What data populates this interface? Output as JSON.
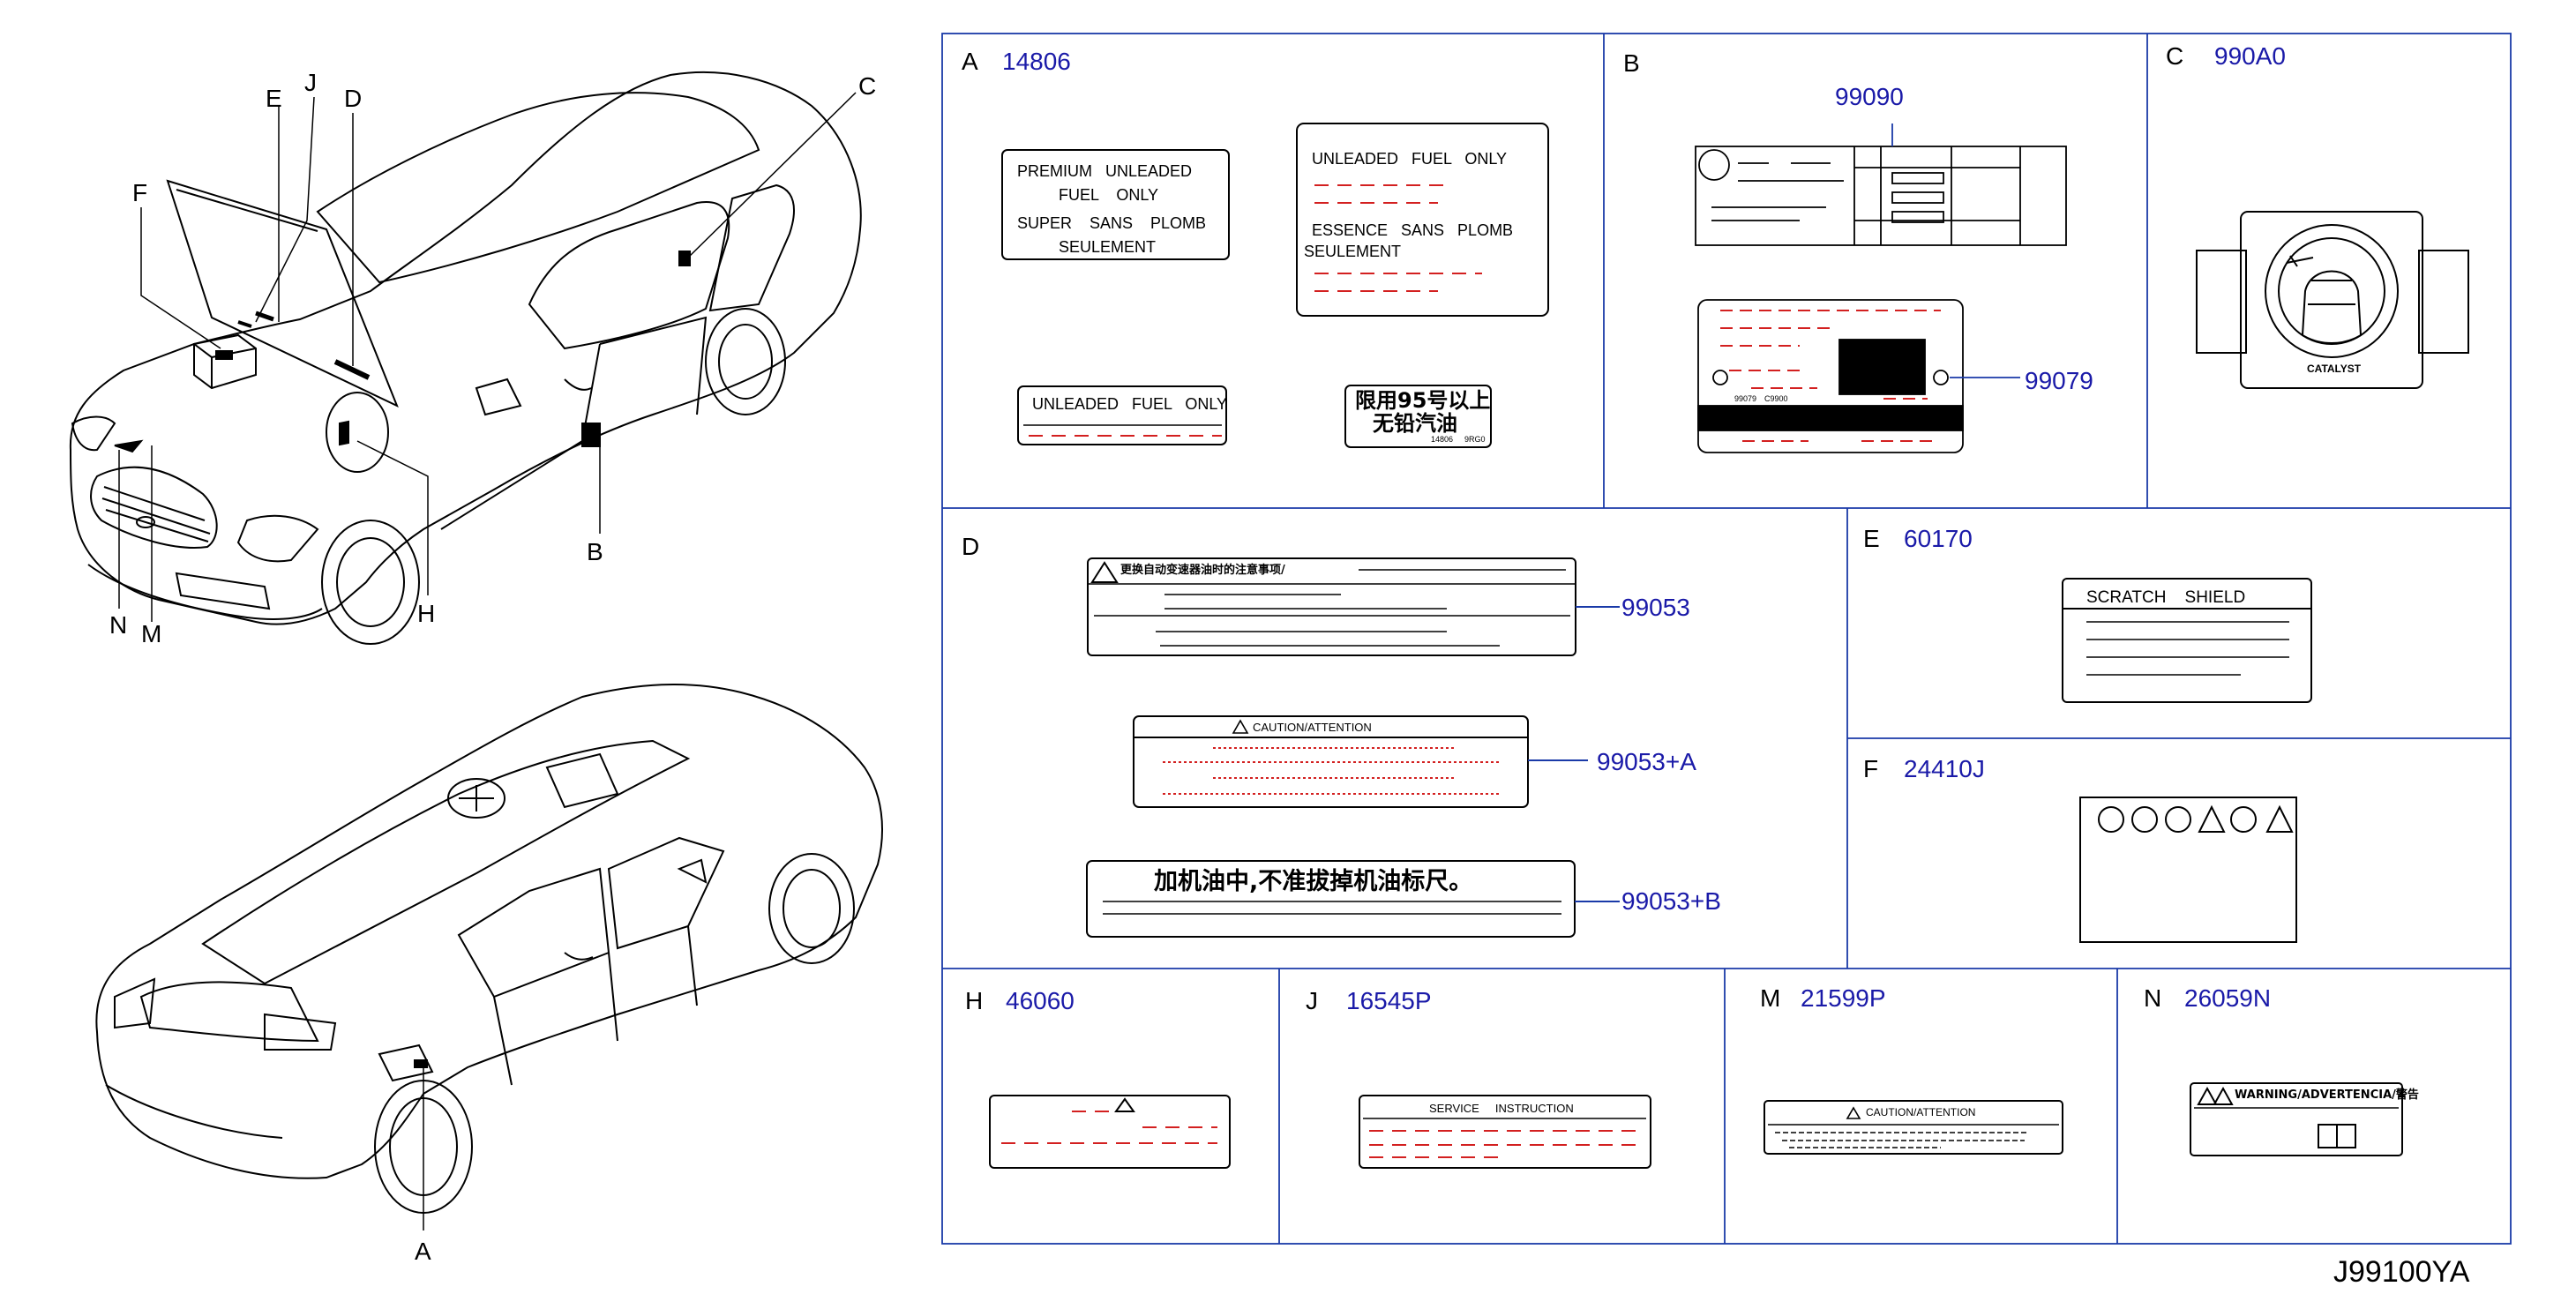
{
  "diagram_code": "J99100YA",
  "car_callouts": {
    "A": "A",
    "B": "B",
    "C": "C",
    "D": "D",
    "E": "E",
    "F": "F",
    "H": "H",
    "J": "J",
    "M": "M",
    "N": "N"
  },
  "cells": {
    "A": {
      "letter": "A",
      "part": "14806",
      "label1": [
        "PREMIUM   UNLEADED",
        "FUEL    ONLY",
        "SUPER    SANS    PLOMB",
        "SEULEMENT"
      ],
      "label2": [
        "UNLEADED   FUEL   ONLY",
        "ESSENCE   SANS   PLOMB",
        "SEULEMENT"
      ],
      "label3": "UNLEADED   FUEL   ONLY",
      "label4": [
        "限用95号以上",
        "无铅汽油"
      ],
      "label4_small": [
        "14806",
        "9RG0"
      ]
    },
    "B": {
      "letter": "B",
      "part_top": "99090",
      "part_bottom": "99079",
      "bottom_small": [
        "99079",
        "C9900"
      ]
    },
    "C": {
      "letter": "C",
      "part": "990A0",
      "catalyst": "CATALYST"
    },
    "D": {
      "letter": "D",
      "part1": "99053",
      "part2": "99053+A",
      "part3": "99053+B",
      "label1_title": "更换自动变速器油时的注意事项/",
      "label2_title": "CAUTION/ATTENTION",
      "label3_title": "加机油中,不准拔掉机油标尺。"
    },
    "E": {
      "letter": "E",
      "part": "60170",
      "label_title": "SCRATCH    SHIELD"
    },
    "F": {
      "letter": "F",
      "part": "24410J"
    },
    "H": {
      "letter": "H",
      "part": "46060"
    },
    "J": {
      "letter": "J",
      "part": "16545P",
      "label_title": "SERVICE     INSTRUCTION"
    },
    "M": {
      "letter": "M",
      "part": "21599P",
      "label_title": "CAUTION/ATTENTION"
    },
    "N": {
      "letter": "N",
      "part": "26059N",
      "label_title": "WARNING/ADVERTENCIA/警告"
    }
  }
}
